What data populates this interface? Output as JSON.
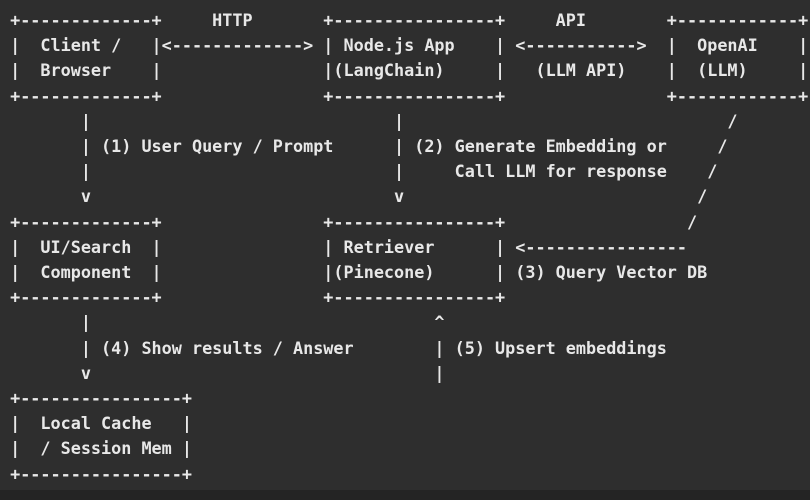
{
  "colors": {
    "background": "#2e2e2e",
    "text": "#e8e8e8",
    "bottom_edge": "#242424"
  },
  "diagram": {
    "ascii_lines": [
      " +-------------+     HTTP       +----------------+     API        +------------+",
      " |  Client /   |<-------------> | Node.js App    | <----------->  |  OpenAI    |",
      " |  Browser    |                |(LangChain)     |   (LLM API)    |  (LLM)     |",
      " +-------------+                +----------------+                +------------+",
      "        |                              |                                /",
      "        | (1) User Query / Prompt      | (2) Generate Embedding or     /",
      "        |                              |     Call LLM for response    /",
      "        v                              v                             /",
      " +-------------+                +----------------+                  /",
      " |  UI/Search  |                | Retriever      | <----------------",
      " |  Component  |                |(Pinecone)      | (3) Query Vector DB",
      " +-------------+                +----------------+",
      "        |                                  ^",
      "        | (4) Show results / Answer        | (5) Upsert embeddings",
      "        v                                  |",
      " +----------------+",
      " |  Local Cache   |",
      " |  / Session Mem |",
      " +----------------+"
    ],
    "semantics": {
      "nodes": [
        {
          "title": "Client / Browser"
        },
        {
          "title": "Node.js App (LangChain)"
        },
        {
          "title": "OpenAI (LLM)"
        },
        {
          "title": "UI/Search Component"
        },
        {
          "title": "Retriever (Pinecone)"
        },
        {
          "title": "Local Cache / Session Mem"
        }
      ],
      "edges": [
        {
          "label": "HTTP",
          "from": "Client / Browser",
          "to": "Node.js App (LangChain)",
          "direction": "bidirectional"
        },
        {
          "label": "API (LLM API)",
          "from": "Node.js App (LangChain)",
          "to": "OpenAI (LLM)",
          "direction": "bidirectional"
        },
        {
          "label": "(1) User Query / Prompt",
          "from": "Client / Browser",
          "to": "UI/Search Component",
          "direction": "down"
        },
        {
          "label": "(2) Generate Embedding or Call LLM for response",
          "from": "Node.js App (LangChain)",
          "to": "Retriever (Pinecone)",
          "direction": "down"
        },
        {
          "label": "(3) Query Vector DB",
          "from": "OpenAI (LLM)",
          "to": "Retriever (Pinecone)",
          "direction": "left"
        },
        {
          "label": "(4) Show results / Answer",
          "from": "UI/Search Component",
          "to": "Local Cache / Session Mem",
          "direction": "down"
        },
        {
          "label": "(5) Upsert embeddings",
          "from": "below",
          "to": "Retriever (Pinecone)",
          "direction": "up"
        }
      ]
    }
  }
}
